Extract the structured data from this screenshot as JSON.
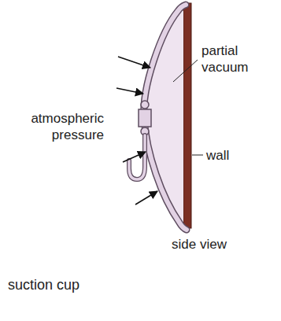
{
  "diagram": {
    "caption": "suction cup",
    "labels": [
      "atmospheric pressure",
      "partial vacuum",
      "wall",
      "side view"
    ]
  }
}
